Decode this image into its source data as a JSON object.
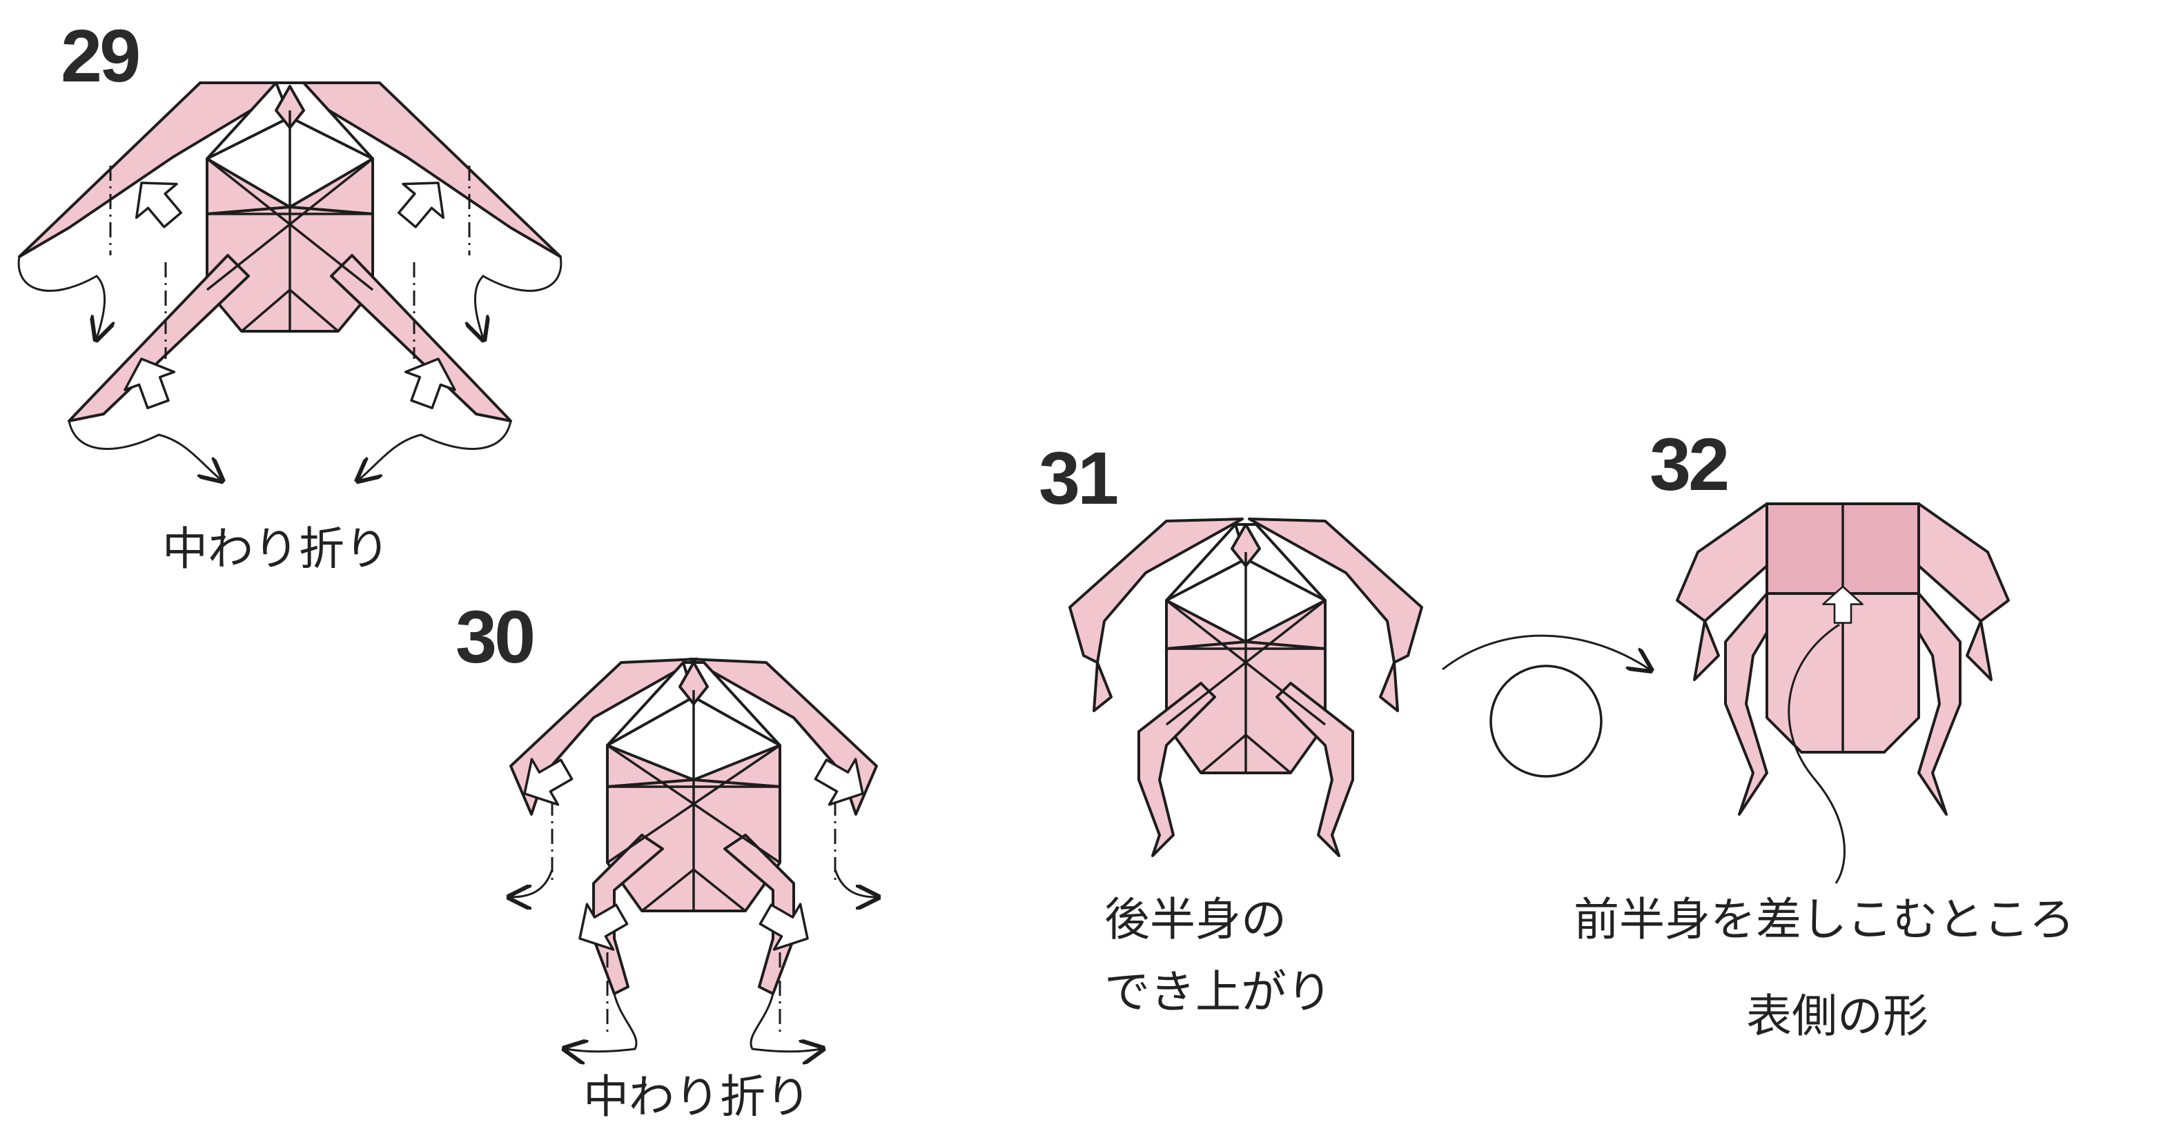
{
  "steps": [
    {
      "number": "29",
      "caption": "中わり折り"
    },
    {
      "number": "30",
      "caption": "中わり折り"
    },
    {
      "number": "31",
      "caption_line1": "後半身の",
      "caption_line2": "でき上がり"
    },
    {
      "number": "32",
      "caption_line1": "前半身を差しこむところ",
      "caption_line2": "表側の形"
    }
  ],
  "colors": {
    "paper": "#f2c6cf",
    "paper_dark": "#e9aebb",
    "line": "#1d1d1d"
  }
}
